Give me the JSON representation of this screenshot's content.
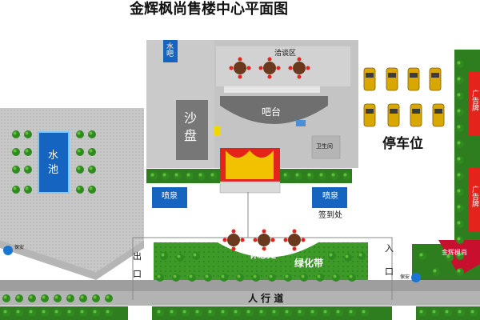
{
  "title": "金辉枫尚售楼中心平面图",
  "labels": {
    "water_bar": "水吧",
    "negotiation": "洽谈区",
    "sandbox_1": "沙",
    "sandbox_2": "盘",
    "bar": "吧台",
    "restroom": "卫生间",
    "parking": "停车位",
    "pool_1": "水",
    "pool_2": "池",
    "fountain_left": "喷泉",
    "fountain_right": "喷泉",
    "sign_in": "签到处",
    "rest_area": "休息处",
    "green_belt": "绿化带",
    "exit_1": "出",
    "exit_2": "口",
    "entrance_1": "入",
    "entrance_2": "口",
    "sidewalk": "人 行 道",
    "security_left": "保安",
    "security_right": "保安",
    "ad_top": "广告牌",
    "ad_bottom": "广告牌",
    "brand_sign": "金辉枫尚"
  },
  "colors": {
    "building": "#c4c4c4",
    "building_dark": "#a9a9a9",
    "hedge": "#2e7d1f",
    "grass": "#3f9a2a",
    "water": "#1565c0",
    "stage_red": "#e3231c",
    "stage_yellow": "#f2c200",
    "car": "#d9a800",
    "brand": "#c8102e",
    "road": "#b3b3b3"
  }
}
